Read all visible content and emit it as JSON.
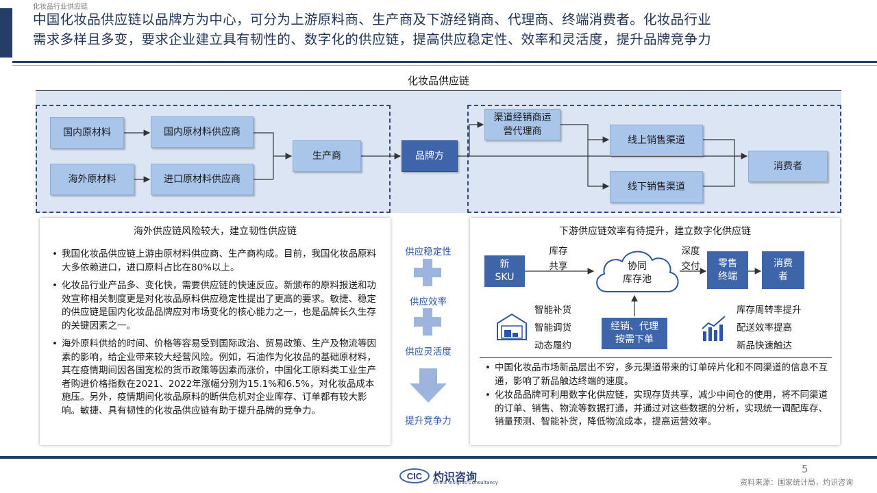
{
  "header": {
    "section": "化妆品行业供应链",
    "title_line1": "中国化妆品供应链以品牌方为中心，可分为上游原料商、生产商及下游经销商、代理商、终端消费者。化妆品行业",
    "title_line2": "需求多样且多变，要求企业建立具有韧性的、数字化的供应链，提高供应稳定性、效率和灵活度，提升品牌竞争力"
  },
  "diagram": {
    "title": "化妆品供应链",
    "nodes": {
      "domestic_material": "国内原材料",
      "overseas_material": "海外原材料",
      "domestic_supplier": "国内原材料供应商",
      "import_supplier": "进口原材料供应商",
      "producer": "生产商",
      "brand": "品牌方",
      "channel_distributor": "渠道经销商运营代理商",
      "online": "线上销售渠道",
      "offline": "线下销售渠道",
      "consumer": "消费者"
    }
  },
  "left_panel": {
    "title": "海外供应链风险较大，建立韧性供应链",
    "bullets": [
      "我国化妆品供应链上游由原材料供应商、生产商构成。目前，我国化妆品原料大多依赖进口，进口原料占比在80%以上。",
      "化妆品行业产品多、变化快，需要供应链的快速反应。新颁布的原料报送和功效宣称相关制度更是对化妆品原料供应稳定性提出了更高的要求。敏捷、稳定的供应链是国内化妆品品牌应对市场变化的核心能力之一，也是品牌长久生存的关键因素之一。",
      "海外原料供给的时间、价格等容易受到国际政治、贸易政策、生产及物流等因素的影响，给企业带来较大经营风险。例如，石油作为化妆品的基础原材料，其在疫情期间因各国宽松的货币政策等因素而涨价，中国化工原料类工业生产者购进价格指数在2021、2022年涨幅分别为15.1%和6.5%，对化妆品成本施压。另外，疫情期间化妆品原料的断供危机对企业库存、订单都有较大影响。敏捷、具有韧性的化妆品供应链有助于提升品牌的竞争力。"
    ]
  },
  "middle": {
    "label1": "供应稳定性",
    "label2": "供应效率",
    "label3": "供应灵活度",
    "label4": "提升竞争力"
  },
  "right_panel": {
    "title": "下游供应链效率有待提升，建立数字化供应链",
    "new_sku_line1": "新",
    "new_sku_line2": "SKU",
    "inventory_share_line1": "库存",
    "inventory_share_line2": "共享",
    "cloud_line1": "协同",
    "cloud_line2": "库存池",
    "deep_delivery_line1": "深度",
    "deep_delivery_line2": "交付",
    "retail_line1": "零售",
    "retail_line2": "终端",
    "consumer_line1": "消费",
    "consumer_line2": "者",
    "warehouse_items": [
      "智能补货",
      "智能调货",
      "动态履约"
    ],
    "order_line1": "经销、代理",
    "order_line2": "按需下单",
    "kpi_items": [
      "库存周转率提升",
      "配送效率提高",
      "新品快速触达"
    ],
    "bullets": [
      "中国化妆品市场新品层出不穷，多元渠道带来的订单碎片化和不同渠道的信息不互通，影响了新品触达终端的速度。",
      "化妆品品牌可利用数字化供应链，实现存货共享，减少中间仓的使用，将不同渠道的订单、销售、物流等数据打通，并通过对这些数据的分析，实现统一调配库存、销量预测、智能补货，降低物流成本，提高运营效率。"
    ]
  },
  "footer": {
    "page_number": "5",
    "source": "资料来源：国家统计局，灼识咨询",
    "logo_cn": "灼识咨询",
    "logo_en": "China Insights Consultancy",
    "logo_mark": "CIC"
  },
  "colors": {
    "navy": "#233d64",
    "node_light": "#a9c5ea",
    "node_dark": "#3e65a9",
    "region_bg": "#dbe5f4",
    "accent_text": "#2b55a8"
  }
}
